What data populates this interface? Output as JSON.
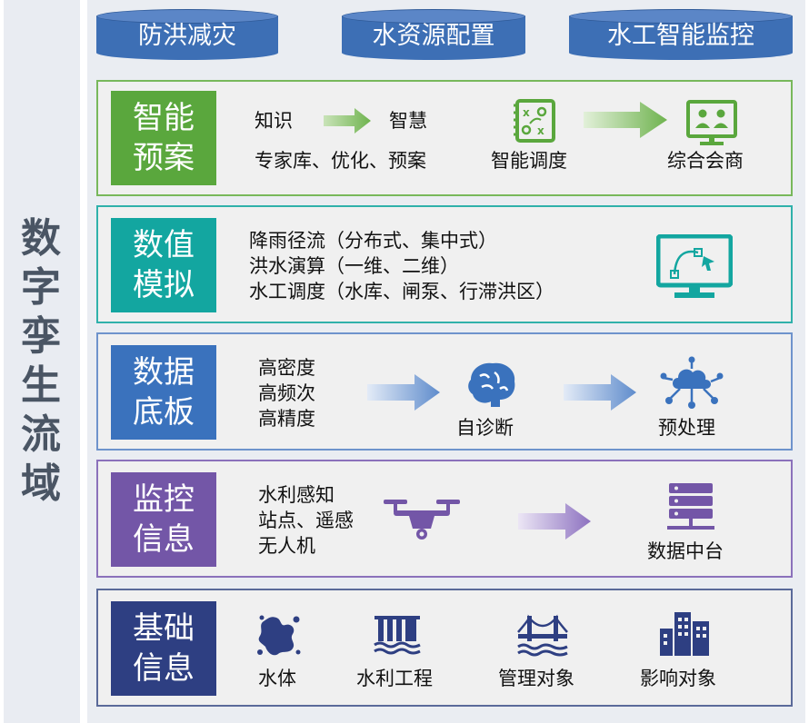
{
  "side_title": [
    "数",
    "字",
    "孪",
    "生",
    "流",
    "域"
  ],
  "top_cylinders": [
    "防洪减灾",
    "水资源配置",
    "水工智能监控"
  ],
  "rows": {
    "r1": {
      "title": [
        "智能",
        "预案"
      ],
      "color": "#5aa73d",
      "line1_a": "知识",
      "line1_b": "智慧",
      "line2": "专家库、优化、预案",
      "icon1_label": "智能调度",
      "icon2_label": "综合会商"
    },
    "r2": {
      "title": [
        "数值",
        "模拟"
      ],
      "color": "#13a6a0",
      "lines": [
        "降雨径流（分布式、集中式）",
        "洪水演算（一维、二维）",
        "水工调度（水库、闸泵、行滞洪区）"
      ]
    },
    "r3": {
      "title": [
        "数据",
        "底板"
      ],
      "color": "#3a72bd",
      "lines": [
        "高密度",
        "高频次",
        "高精度"
      ],
      "icon1_label": "自诊断",
      "icon2_label": "预处理"
    },
    "r4": {
      "title": [
        "监控",
        "信息"
      ],
      "color": "#7356a7",
      "lines": [
        "水利感知",
        "站点、遥感",
        "无人机"
      ],
      "icon2_label": "数据中台"
    },
    "r5": {
      "title": [
        "基础",
        "信息"
      ],
      "color": "#2e3f82",
      "labels": [
        "水体",
        "水利工程",
        "管理对象",
        "影响对象"
      ]
    }
  }
}
